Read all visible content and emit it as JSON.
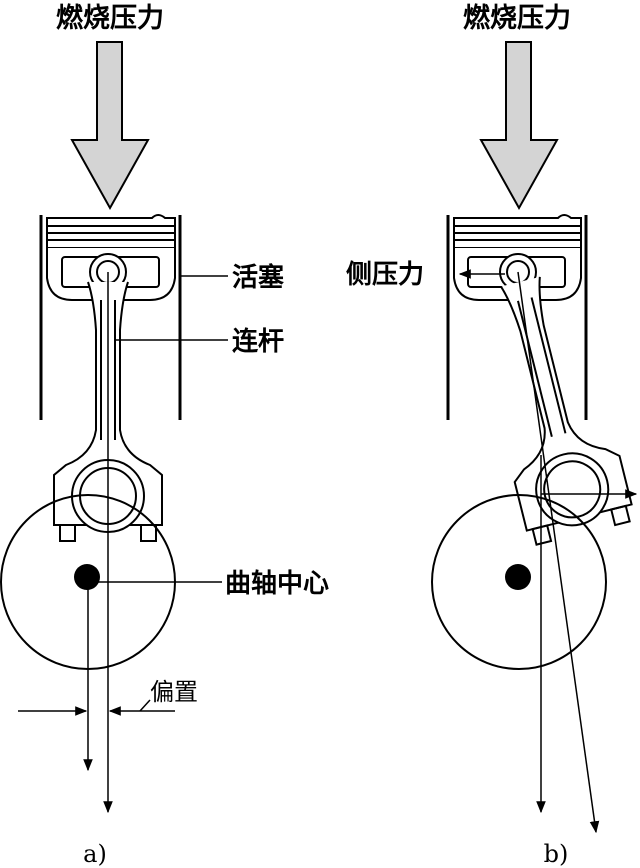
{
  "panel_a": {
    "force_label": "燃烧压力",
    "piston_label": "活塞",
    "rod_label": "连杆",
    "crank_center_label": "曲轴中心",
    "offset_label": "偏置",
    "caption": "a)"
  },
  "panel_b": {
    "force_label": "燃烧压力",
    "side_force_label": "侧压力",
    "caption": "b)"
  },
  "colors": {
    "line": "#000000",
    "arrow_fill": "#d4d4d4",
    "background": "#ffffff"
  }
}
